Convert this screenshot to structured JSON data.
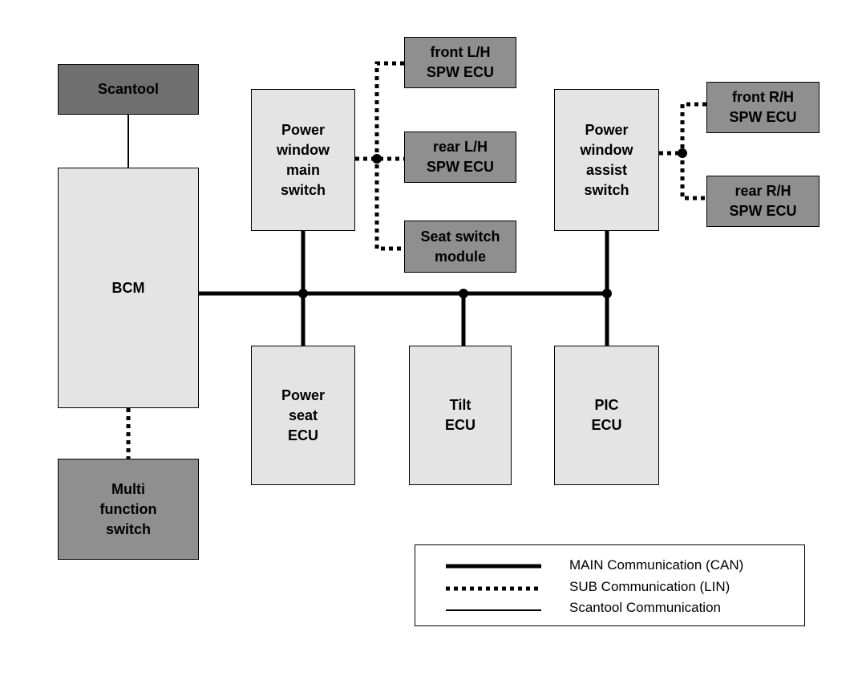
{
  "nodes": {
    "scantool": "Scantool",
    "bcm": "BCM",
    "multi_function_switch": "Multi\nfunction\nswitch",
    "power_window_main_switch": "Power\nwindow\nmain\nswitch",
    "power_window_assist_switch": "Power\nwindow\nassist\nswitch",
    "front_lh_spw_ecu": "front L/H\nSPW ECU",
    "rear_lh_spw_ecu": "rear L/H\nSPW ECU",
    "seat_switch_module": "Seat switch\nmodule",
    "front_rh_spw_ecu": "front R/H\nSPW ECU",
    "rear_rh_spw_ecu": "rear R/H\nSPW ECU",
    "power_seat_ecu": "Power\nseat\nECU",
    "tilt_ecu": "Tilt\nECU",
    "pic_ecu": "PIC\nECU"
  },
  "legend": {
    "main": "MAIN Communication (CAN)",
    "sub": "SUB Communication (LIN)",
    "scantool": "Scantool Communication"
  },
  "colors": {
    "light_box": "#e4e4e4",
    "dark_box": "#8f8f8f",
    "darker_box": "#6f6f6f",
    "line": "#000000"
  }
}
